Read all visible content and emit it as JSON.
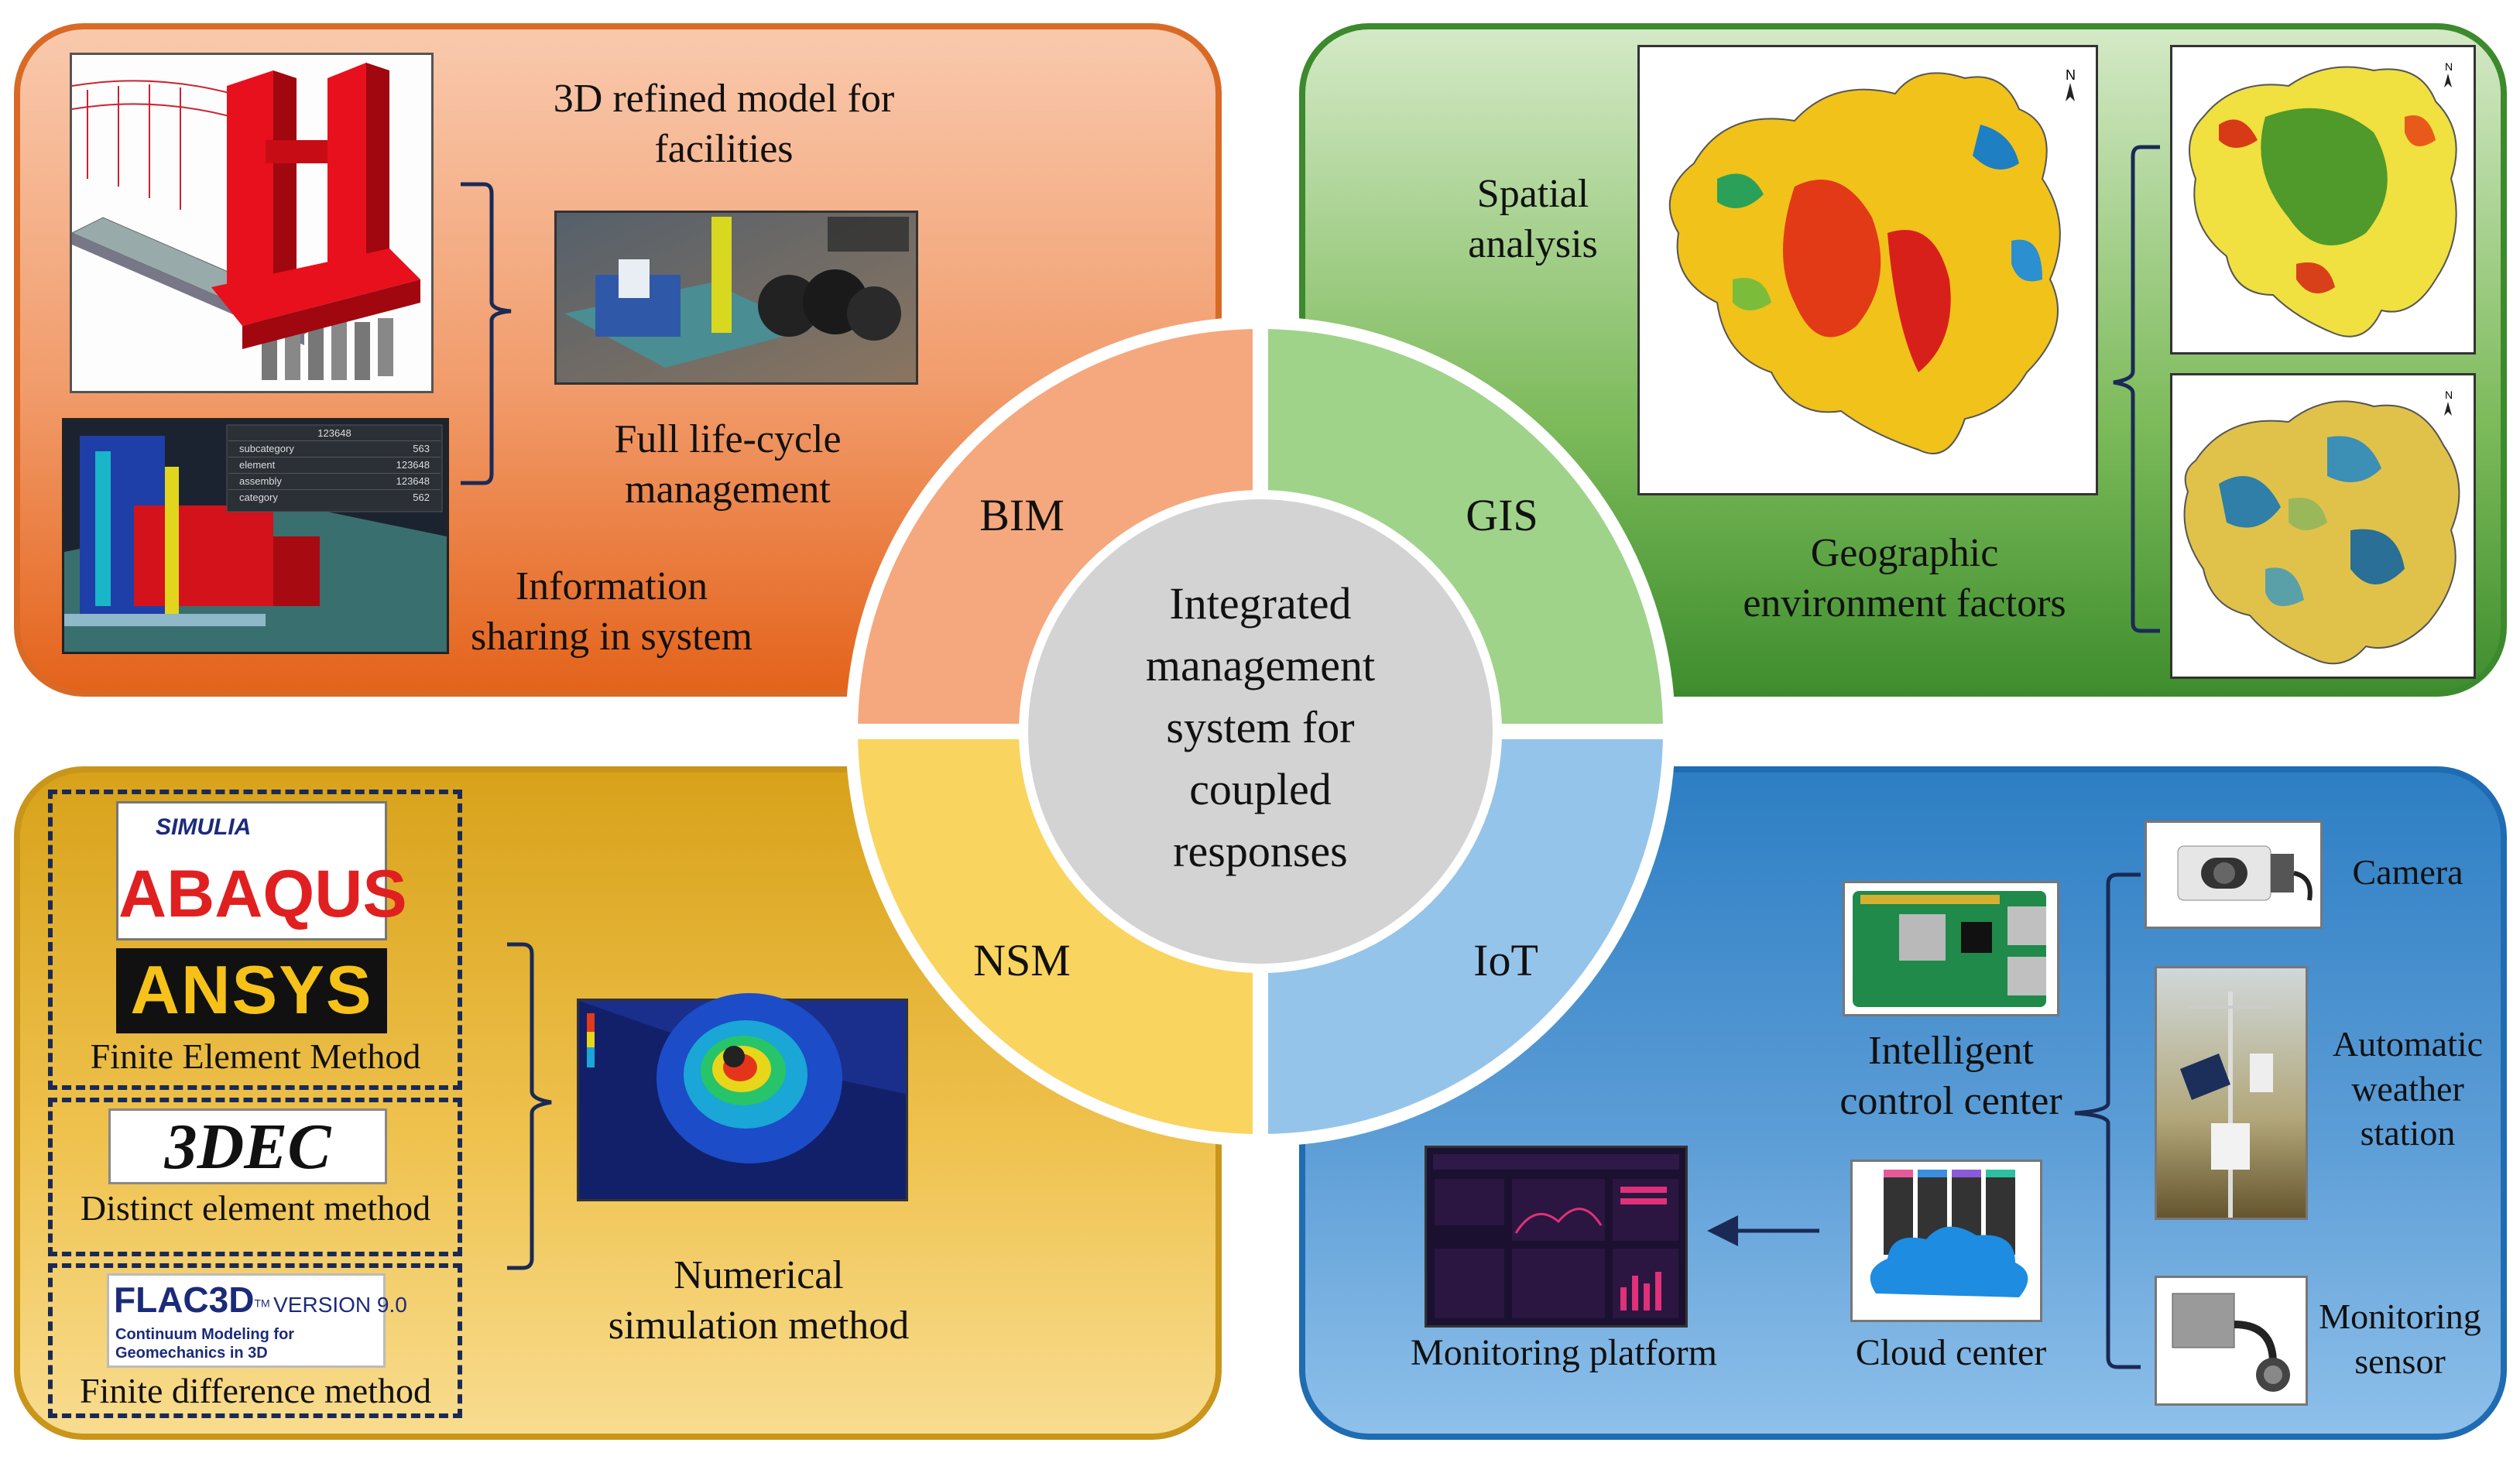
{
  "center": {
    "title": "Integrated management system for coupled responses",
    "lines": [
      "Integrated",
      "management",
      "system for",
      "coupled",
      "responses"
    ]
  },
  "ring_labels": {
    "bim": "BIM",
    "gis": "GIS",
    "nsm": "NSM",
    "iot": "IoT"
  },
  "bim": {
    "model_label_lines": [
      "3D refined model for",
      "facilities"
    ],
    "lifecycle_label_lines": [
      "Full life-cycle",
      "management"
    ],
    "info_label_lines": [
      "Information",
      "sharing in system"
    ],
    "panel": {
      "header": "123648",
      "rows": [
        {
          "key": "subcategory",
          "value": "563"
        },
        {
          "key": "element",
          "value": "123648"
        },
        {
          "key": "assembly",
          "value": "123648"
        },
        {
          "key": "category",
          "value": "562"
        }
      ]
    }
  },
  "gis": {
    "spatial_label_lines": [
      "Spatial",
      "analysis"
    ],
    "factors_label_lines": [
      "Geographic",
      "environment factors"
    ],
    "north_symbol": "N"
  },
  "nsm": {
    "simulia_logo": "SIMULIA",
    "abaqus_logo": "ABAQUS",
    "ansys_logo": "ANSYS",
    "fem_label": "Finite Element Method",
    "threedec_logo": "3DEC",
    "dem_label": "Distinct element method",
    "flac_logo": "FLAC3D",
    "flac_tm": "TM",
    "flac_version": "VERSION 9.0",
    "flac_sub_lines": [
      "Continuum Modeling for",
      "Geomechanics in 3D"
    ],
    "fdm_label": "Finite difference method",
    "method_label_lines": [
      "Numerical",
      "simulation method"
    ]
  },
  "iot": {
    "control_label_lines": [
      "Intelligent",
      "control center"
    ],
    "camera_label": "Camera",
    "weather_label_lines": [
      "Automatic",
      "weather",
      "station"
    ],
    "sensor_label_lines": [
      "Monitoring",
      "sensor"
    ],
    "cloud_label": "Cloud center",
    "platform_label": "Monitoring platform"
  },
  "colors": {
    "bim": "#e4631b",
    "gis": "#3f8e2e",
    "nsm": "#d8a21a",
    "iot": "#2d7ec4",
    "center": "#d3d3d3",
    "bracket": "#1a2a55"
  }
}
